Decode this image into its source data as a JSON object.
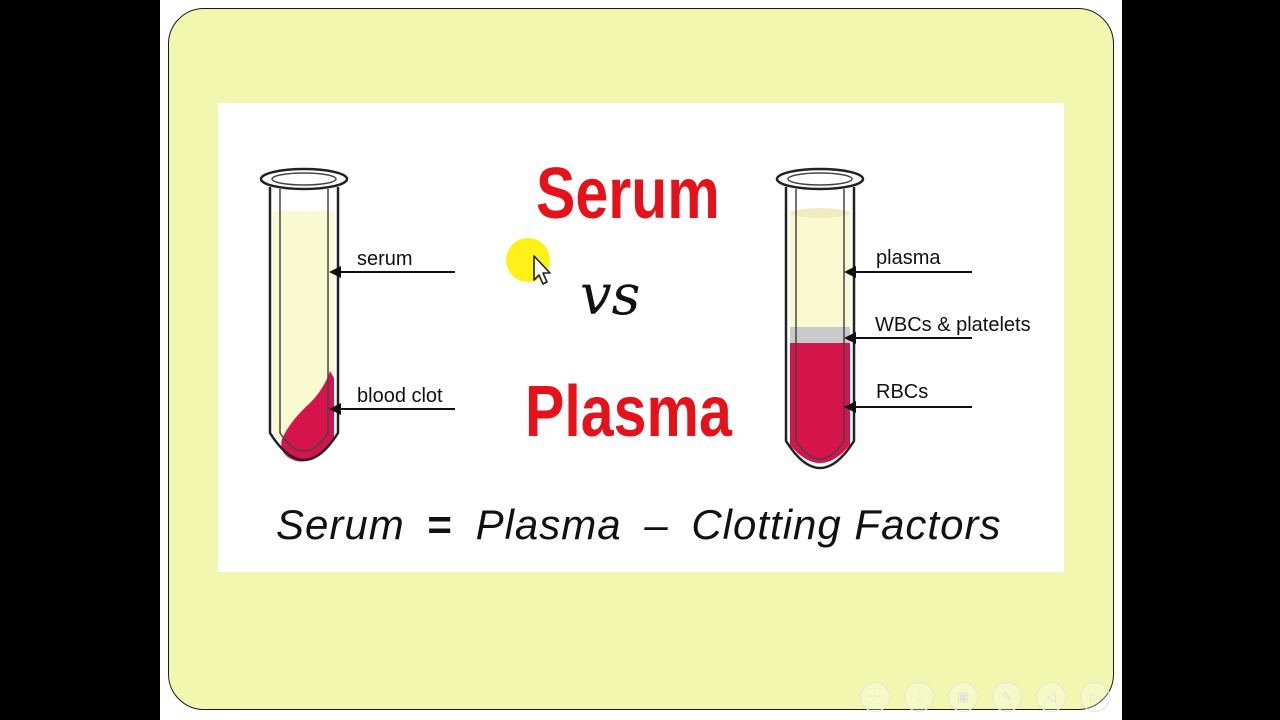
{
  "slide": {
    "title_top": "Serum",
    "vs": "vs",
    "title_bottom": "Plasma",
    "equation": {
      "serum": "Serum",
      "equals": "=",
      "plasma": "Plasma",
      "minus": "–",
      "clotting": "Clotting Factors"
    }
  },
  "left_tube": {
    "labels": {
      "serum": "serum",
      "clot": "blood clot"
    }
  },
  "right_tube": {
    "labels": {
      "plasma": "plasma",
      "buffy": "WBCs & platelets",
      "rbc": "RBCs"
    }
  },
  "colors": {
    "serum_fill": "#fafad2",
    "clot_red": "#d4144a",
    "plasma_fill": "#fafad2",
    "buffy_gray": "#c9c9c9",
    "title_red": "#e4121b",
    "card_bg": "#f2f7b0",
    "cursor_highlight": "#ffee00"
  },
  "presentation_controls": {
    "icons": [
      "more-icon",
      "zoom-icon",
      "slides-icon",
      "pen-icon",
      "previous-icon",
      "next-icon"
    ],
    "glyphs": [
      "···",
      "⌕",
      "▣",
      "✎",
      "◁",
      "▷"
    ]
  }
}
